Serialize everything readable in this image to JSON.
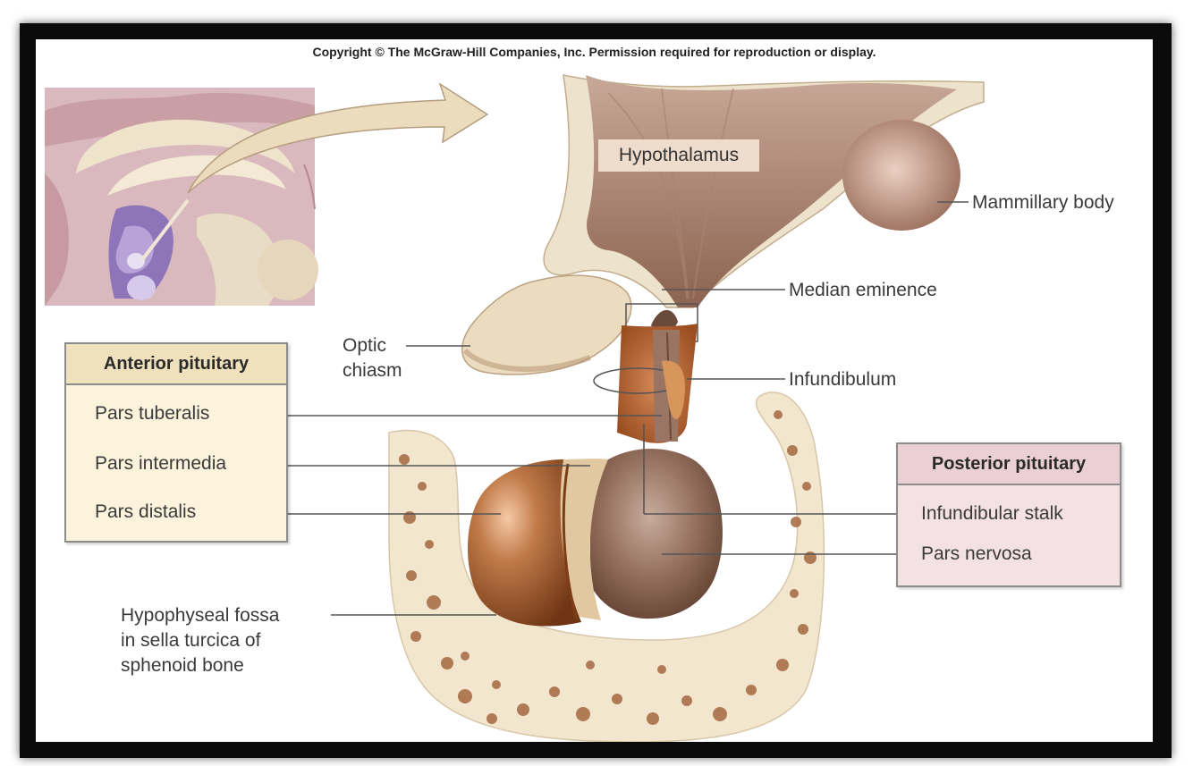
{
  "copyright": "Copyright © The McGraw-Hill Companies, Inc. Permission required for reproduction or display.",
  "labels": {
    "hypothalamus": "Hypothalamus",
    "mammillary_body": "Mammillary body",
    "median_eminence": "Median eminence",
    "optic_chiasm_1": "Optic",
    "optic_chiasm_2": "chiasm",
    "infundibulum": "Infundibulum",
    "fossa_1": "Hypophyseal fossa",
    "fossa_2": "in sella turcica of",
    "fossa_3": "sphenoid bone"
  },
  "anterior": {
    "title": "Anterior pituitary",
    "items": [
      "Pars tuberalis",
      "Pars intermedia",
      "Pars distalis"
    ]
  },
  "posterior": {
    "title": "Posterior pituitary",
    "items": [
      "Infundibular stalk",
      "Pars nervosa"
    ]
  },
  "colors": {
    "frame": "#0b0b0b",
    "anterior_box": "#fbf3dc",
    "posterior_box": "#f4e1e3",
    "anterior_lobe": "#a8643a",
    "posterior_lobe": "#8e6a5a",
    "bone": "#f3e6cf",
    "hypothalamus": "#a07a68"
  }
}
